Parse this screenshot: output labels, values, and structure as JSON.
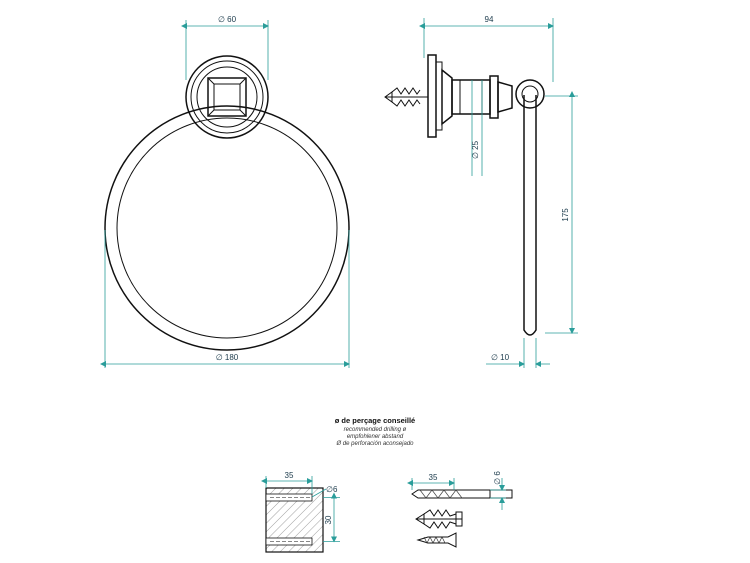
{
  "dimensions": {
    "front_flange_dia": "∅ 60",
    "front_ring_dia": "∅ 180",
    "side_depth": "94",
    "side_ring_height": "175",
    "side_post_dia": "∅ 25",
    "side_ring_rod_dia": "∅ 10",
    "drill_block_depth": "35",
    "drill_block_hole_dia": "∅6",
    "drill_block_spacing": "30",
    "drill_bit_depth": "35",
    "drill_bit_dia": "∅ 6"
  },
  "note": {
    "title": "ø de perçage conseillé",
    "line1": "recommended drilling ø",
    "line2": "empfohlener abstand",
    "line3": "Ø de perforación aconsejado"
  },
  "colors": {
    "dimension": "#2a9d9a",
    "outline": "#111111"
  }
}
